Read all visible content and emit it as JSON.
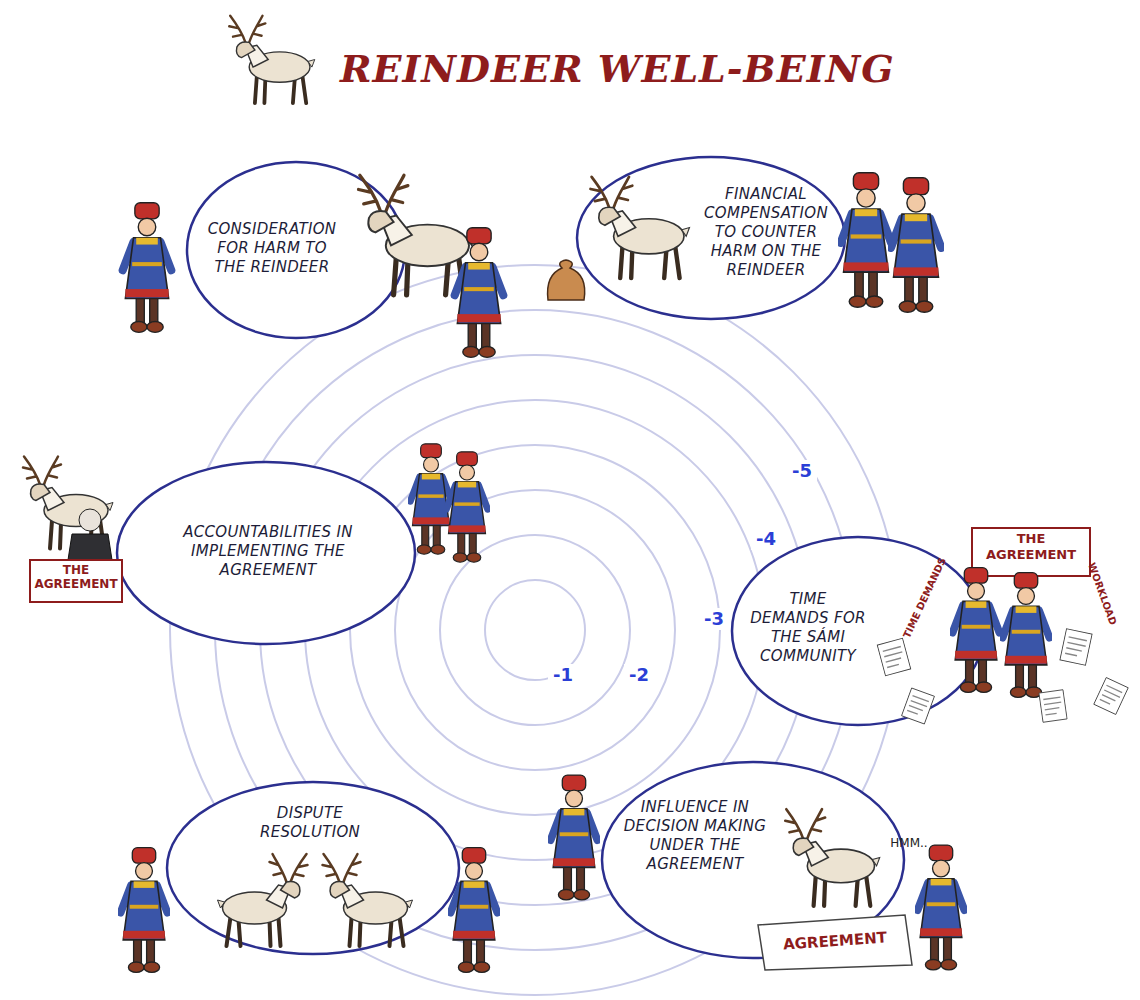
{
  "diagram": {
    "title": "REINDEER WELL-BEING",
    "nodes": [
      {
        "text": [
          "CONSIDERATION FOR HARM TO THE REINDEER"
        ]
      },
      {
        "text": [
          "FINANCIAL COMPENSATION TO COUNTER HARM ON THE REINDEER"
        ]
      },
      {
        "text": [
          "ACCOUNTABILITIES IN IMPLEMENTING THE AGREEMENT"
        ]
      },
      {
        "text": [
          "TIME DEMANDS FOR THE SÁMI COMMUNITY"
        ]
      },
      {
        "text": [
          "DISPUTE RESOLUTION"
        ]
      },
      {
        "text": [
          "INFLUENCE IN DECISION MAKING UNDER THE AGREEMENT"
        ]
      }
    ],
    "labels": [
      "-1",
      "-2",
      "-3",
      "-4",
      "-5",
      "THE AGREEMENT",
      "THE AGREEMENT",
      "TIME DEMANDS",
      "WORKLOAD",
      "AGREEMENT",
      "HMM.."
    ]
  }
}
